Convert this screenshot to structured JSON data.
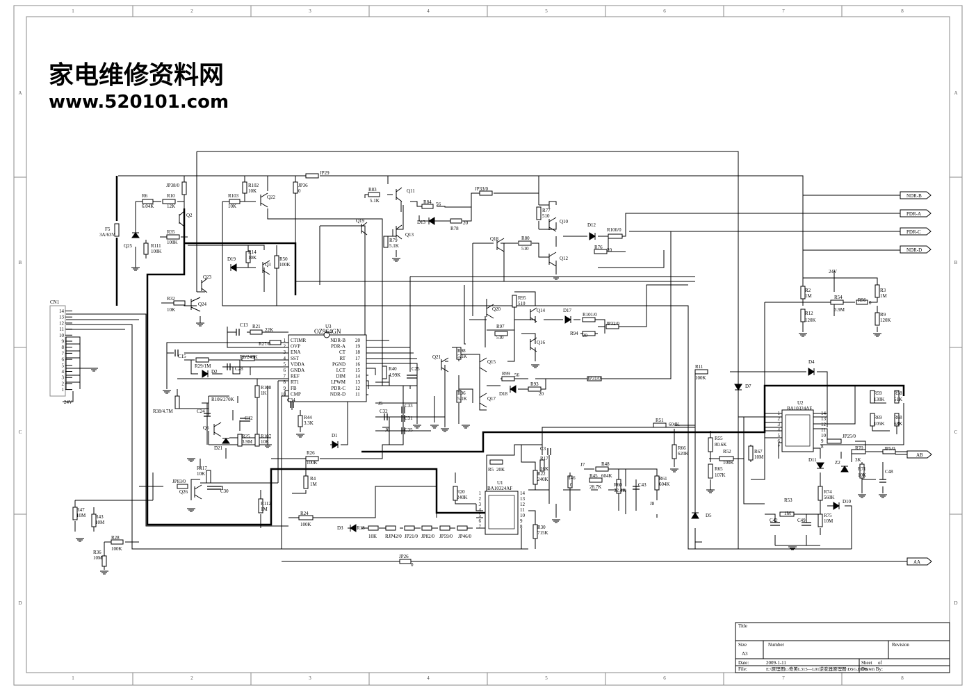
{
  "watermark": {
    "title": "家电维修资料网",
    "url": "www.520101.com"
  },
  "zones": {
    "columns": [
      "1",
      "2",
      "3",
      "4",
      "5",
      "6",
      "7",
      "8"
    ],
    "rows": [
      "A",
      "B",
      "C",
      "D"
    ]
  },
  "connector": {
    "name": "CN1",
    "pins": [
      "14",
      "13",
      "12",
      "11",
      "10",
      "9",
      "8",
      "7",
      "6",
      "5",
      "4",
      "3",
      "2",
      "1"
    ],
    "supply": "24V"
  },
  "ic_u3": {
    "ref": "U3",
    "part": "OZ964GN",
    "left_pins": [
      {
        "num": "1",
        "name": "CTIMR"
      },
      {
        "num": "2",
        "name": "OVP"
      },
      {
        "num": "3",
        "name": "ENA"
      },
      {
        "num": "4",
        "name": "SST"
      },
      {
        "num": "5",
        "name": "VDDA"
      },
      {
        "num": "6",
        "name": "GNDA"
      },
      {
        "num": "7",
        "name": "REF"
      },
      {
        "num": "8",
        "name": "RT1"
      },
      {
        "num": "9",
        "name": "FB"
      },
      {
        "num": "10",
        "name": "CMP"
      }
    ],
    "right_pins": [
      {
        "num": "20",
        "name": "NDR-B"
      },
      {
        "num": "19",
        "name": "PDR-A"
      },
      {
        "num": "18",
        "name": "CT"
      },
      {
        "num": "17",
        "name": "RT"
      },
      {
        "num": "16",
        "name": "PGND"
      },
      {
        "num": "15",
        "name": "LCT"
      },
      {
        "num": "14",
        "name": "DIM"
      },
      {
        "num": "13",
        "name": "LPWM"
      },
      {
        "num": "12",
        "name": "PDR-C"
      },
      {
        "num": "11",
        "name": "NDR-D"
      }
    ]
  },
  "ic_u2": {
    "ref": "U2",
    "part": "BA10324AF",
    "left_pins": [
      "1",
      "2",
      "3",
      "4",
      "5",
      "6",
      "7"
    ],
    "right_pins": [
      "14",
      "13",
      "12",
      "11",
      "10",
      "9",
      "8"
    ]
  },
  "ic_u1": {
    "ref": "U1",
    "part": "BA10324AF",
    "left_pins": [
      "1",
      "2",
      "3",
      "4",
      "5",
      "6",
      "7"
    ],
    "right_pins": [
      "14",
      "13",
      "12",
      "11",
      "10",
      "9",
      "8"
    ]
  },
  "outputs": [
    "NDR-B",
    "PDR-A",
    "PDR-C",
    "NDR-D",
    "AB",
    "AA"
  ],
  "supply_label": "24V",
  "labels": [
    {
      "id": "jp29",
      "text": "JP29"
    },
    {
      "id": "jp38",
      "text": "JP38/0"
    },
    {
      "id": "r6",
      "text": "R6"
    },
    {
      "id": "r6v",
      "text": "6.04K"
    },
    {
      "id": "r10",
      "text": "R10"
    },
    {
      "id": "r10v",
      "text": "12K"
    },
    {
      "id": "q2",
      "text": "Q2"
    },
    {
      "id": "r103",
      "text": "R103"
    },
    {
      "id": "r103v",
      "text": "10K"
    },
    {
      "id": "r102",
      "text": "R102"
    },
    {
      "id": "r102v",
      "text": "10K"
    },
    {
      "id": "q22",
      "text": "Q22"
    },
    {
      "id": "jp36",
      "text": "JP36"
    },
    {
      "id": "jp36v",
      "text": "0"
    },
    {
      "id": "r83",
      "text": "R83"
    },
    {
      "id": "r83v",
      "text": "5.1K"
    },
    {
      "id": "q11",
      "text": "Q11"
    },
    {
      "id": "jp33",
      "text": "JP33/0"
    },
    {
      "id": "r84",
      "text": "R84"
    },
    {
      "id": "r84v",
      "text": "56"
    },
    {
      "id": "d13",
      "text": "D13"
    },
    {
      "id": "r78",
      "text": "R78"
    },
    {
      "id": "r78v",
      "text": "20"
    },
    {
      "id": "q19",
      "text": "Q19"
    },
    {
      "id": "q13",
      "text": "Q13"
    },
    {
      "id": "r79",
      "text": "R79"
    },
    {
      "id": "r79v",
      "text": "5.1K"
    },
    {
      "id": "r77",
      "text": "R77"
    },
    {
      "id": "r77v",
      "text": "510"
    },
    {
      "id": "q10",
      "text": "Q10"
    },
    {
      "id": "d12",
      "text": "D12"
    },
    {
      "id": "r100",
      "text": "R100/0"
    },
    {
      "id": "r76",
      "text": "R76"
    },
    {
      "id": "r76v",
      "text": "20"
    },
    {
      "id": "q18",
      "text": "Q18"
    },
    {
      "id": "r80",
      "text": "R80"
    },
    {
      "id": "r80v",
      "text": "510"
    },
    {
      "id": "q12",
      "text": "Q12"
    },
    {
      "id": "f5",
      "text": "F5"
    },
    {
      "id": "f5v",
      "text": "3A/63V"
    },
    {
      "id": "r35",
      "text": "R35"
    },
    {
      "id": "r35v",
      "text": "100K"
    },
    {
      "id": "q25",
      "text": "Q25"
    },
    {
      "id": "r111",
      "text": "R111"
    },
    {
      "id": "r111v",
      "text": "100K"
    },
    {
      "id": "r14",
      "text": "R14"
    },
    {
      "id": "r14v",
      "text": "10K"
    },
    {
      "id": "r50",
      "text": "R50"
    },
    {
      "id": "r50v",
      "text": "100K"
    },
    {
      "id": "d19",
      "text": "D19"
    },
    {
      "id": "q3",
      "text": "Q3"
    },
    {
      "id": "q23",
      "text": "Q23"
    },
    {
      "id": "r32",
      "text": "R32"
    },
    {
      "id": "r32v",
      "text": "10K"
    },
    {
      "id": "q24",
      "text": "Q24"
    },
    {
      "id": "cn1",
      "text": "CN1"
    },
    {
      "id": "c13",
      "text": "C13"
    },
    {
      "id": "r21",
      "text": "R21"
    },
    {
      "id": "r21v",
      "text": "22K"
    },
    {
      "id": "r27",
      "text": "R27/0"
    },
    {
      "id": "c15",
      "text": "C15"
    },
    {
      "id": "r8",
      "text": "R8/240K"
    },
    {
      "id": "r29",
      "text": "R29/1M"
    },
    {
      "id": "c28",
      "text": "C28"
    },
    {
      "id": "d2",
      "text": "D2"
    },
    {
      "id": "r108",
      "text": "R108"
    },
    {
      "id": "r108v",
      "text": "1K"
    },
    {
      "id": "r106",
      "text": "R106/270K"
    },
    {
      "id": "r38",
      "text": "R38/4.7M"
    },
    {
      "id": "c24",
      "text": "C24"
    },
    {
      "id": "c12",
      "text": "C12"
    },
    {
      "id": "q6",
      "text": "Q6"
    },
    {
      "id": "r25",
      "text": "R25"
    },
    {
      "id": "r25v",
      "text": "3.9M"
    },
    {
      "id": "r107",
      "text": "R107"
    },
    {
      "id": "r107v",
      "text": "10K"
    },
    {
      "id": "d21",
      "text": "D21"
    },
    {
      "id": "c34",
      "text": "C34"
    },
    {
      "id": "r44",
      "text": "R44"
    },
    {
      "id": "r44v",
      "text": "3.3K"
    },
    {
      "id": "r40",
      "text": "R40"
    },
    {
      "id": "r40v",
      "text": "4.99K"
    },
    {
      "id": "c25",
      "text": "C25"
    },
    {
      "id": "j5",
      "text": "J5"
    },
    {
      "id": "c33",
      "text": "C33"
    },
    {
      "id": "c32",
      "text": "C32"
    },
    {
      "id": "c31",
      "text": "C31"
    },
    {
      "id": "j6",
      "text": "J6"
    },
    {
      "id": "c35",
      "text": "C35"
    },
    {
      "id": "q21",
      "text": "Q21"
    },
    {
      "id": "r98",
      "text": "R98"
    },
    {
      "id": "r98v",
      "text": "5.1K"
    },
    {
      "id": "q15",
      "text": "Q15"
    },
    {
      "id": "r96",
      "text": "R96"
    },
    {
      "id": "r96v",
      "text": "5.1K"
    },
    {
      "id": "q17",
      "text": "Q17"
    },
    {
      "id": "q20",
      "text": "Q20"
    },
    {
      "id": "r95",
      "text": "R95"
    },
    {
      "id": "r95v",
      "text": "510"
    },
    {
      "id": "q14",
      "text": "Q14"
    },
    {
      "id": "d17",
      "text": "D17"
    },
    {
      "id": "r101",
      "text": "R101/0"
    },
    {
      "id": "r97",
      "text": "R97"
    },
    {
      "id": "r97v",
      "text": "510"
    },
    {
      "id": "r94",
      "text": "R94"
    },
    {
      "id": "r94v",
      "text": "20"
    },
    {
      "id": "jp32",
      "text": "JP32/0"
    },
    {
      "id": "q16",
      "text": "Q16"
    },
    {
      "id": "r99",
      "text": "R99"
    },
    {
      "id": "r99v",
      "text": "56"
    },
    {
      "id": "d18",
      "text": "D18"
    },
    {
      "id": "r93",
      "text": "R93"
    },
    {
      "id": "r93v",
      "text": "20"
    },
    {
      "id": "jp31",
      "text": "JP31/0"
    },
    {
      "id": "d1",
      "text": "D1"
    },
    {
      "id": "r26",
      "text": "R26"
    },
    {
      "id": "r26v",
      "text": "100K"
    },
    {
      "id": "r117",
      "text": "R117"
    },
    {
      "id": "r117v",
      "text": "10K"
    },
    {
      "id": "jp83",
      "text": "JP83/0"
    },
    {
      "id": "q26",
      "text": "Q26"
    },
    {
      "id": "c30",
      "text": "C30"
    },
    {
      "id": "r4",
      "text": "R4"
    },
    {
      "id": "r4v",
      "text": "1M"
    },
    {
      "id": "r112",
      "text": "R112"
    },
    {
      "id": "r112v",
      "text": "1M"
    },
    {
      "id": "r47",
      "text": "R47"
    },
    {
      "id": "r47v",
      "text": "10M"
    },
    {
      "id": "r43",
      "text": "R43"
    },
    {
      "id": "r43v",
      "text": "10M"
    },
    {
      "id": "r24",
      "text": "R24"
    },
    {
      "id": "r24v",
      "text": "100K"
    },
    {
      "id": "r28",
      "text": "R28"
    },
    {
      "id": "r28v",
      "text": "100K"
    },
    {
      "id": "r36",
      "text": "R36"
    },
    {
      "id": "r36v",
      "text": "10M"
    },
    {
      "id": "d3",
      "text": "D3"
    },
    {
      "id": "r18",
      "text": "R18"
    },
    {
      "id": "r18v",
      "text": "10K"
    },
    {
      "id": "rjp42",
      "text": "RJP42/0"
    },
    {
      "id": "jp21",
      "text": "JP21/0"
    },
    {
      "id": "jp82",
      "text": "JP82/0"
    },
    {
      "id": "jp59",
      "text": "JP59/0"
    },
    {
      "id": "jp46",
      "text": "JP46/0"
    },
    {
      "id": "jp26",
      "text": "JP26"
    },
    {
      "id": "jp26v",
      "text": "0"
    },
    {
      "id": "r5",
      "text": "R5"
    },
    {
      "id": "r5v",
      "text": "20K"
    },
    {
      "id": "c3",
      "text": "C3"
    },
    {
      "id": "r17",
      "text": "R17"
    },
    {
      "id": "r17v",
      "text": "16K"
    },
    {
      "id": "r22",
      "text": "R22"
    },
    {
      "id": "r22v",
      "text": "240K"
    },
    {
      "id": "r20",
      "text": "R20"
    },
    {
      "id": "r20v",
      "text": "240K"
    },
    {
      "id": "r30",
      "text": "R30"
    },
    {
      "id": "r30v",
      "text": "715K"
    },
    {
      "id": "r46",
      "text": "R46"
    },
    {
      "id": "r46v",
      "text": "0"
    },
    {
      "id": "j7",
      "text": "J7"
    },
    {
      "id": "r48",
      "text": "R48"
    },
    {
      "id": "r48v",
      "text": "604K"
    },
    {
      "id": "r45",
      "text": "R45"
    },
    {
      "id": "r45v",
      "text": "28.7K"
    },
    {
      "id": "r60",
      "text": "R60"
    },
    {
      "id": "r60v",
      "text": "32.4K"
    },
    {
      "id": "c43",
      "text": "C43"
    },
    {
      "id": "r61",
      "text": "R61"
    },
    {
      "id": "r61v",
      "text": "604K"
    },
    {
      "id": "j8",
      "text": "J8"
    },
    {
      "id": "r11",
      "text": "R11"
    },
    {
      "id": "r11v",
      "text": "100K"
    },
    {
      "id": "d7",
      "text": "D7"
    },
    {
      "id": "d4",
      "text": "D4"
    },
    {
      "id": "d5",
      "text": "D5"
    },
    {
      "id": "r51",
      "text": "R51"
    },
    {
      "id": "r51v",
      "text": "604K"
    },
    {
      "id": "r66",
      "text": "R66"
    },
    {
      "id": "r66v",
      "text": "620K"
    },
    {
      "id": "r2",
      "text": "R2"
    },
    {
      "id": "r2v",
      "text": "1M"
    },
    {
      "id": "r12",
      "text": "R12"
    },
    {
      "id": "r12v",
      "text": "120K"
    },
    {
      "id": "r54",
      "text": "R54"
    },
    {
      "id": "r54v",
      "text": "3.9M"
    },
    {
      "id": "r56",
      "text": "R56"
    },
    {
      "id": "r56v",
      "text": "0"
    },
    {
      "id": "r3",
      "text": "R3"
    },
    {
      "id": "r3v",
      "text": "1M"
    },
    {
      "id": "r9",
      "text": "R9"
    },
    {
      "id": "r9v",
      "text": "120K"
    },
    {
      "id": "r59",
      "text": "R59"
    },
    {
      "id": "r59v",
      "text": "130K"
    },
    {
      "id": "r58",
      "text": "R58"
    },
    {
      "id": "r58v",
      "text": "51K"
    },
    {
      "id": "r69",
      "text": "R69"
    },
    {
      "id": "r69v",
      "text": "105K"
    },
    {
      "id": "r68",
      "text": "R68"
    },
    {
      "id": "r68v",
      "text": "68K"
    },
    {
      "id": "r55",
      "text": "R55"
    },
    {
      "id": "r55v",
      "text": "80.6K"
    },
    {
      "id": "r52",
      "text": "R52"
    },
    {
      "id": "r52v",
      "text": "100K"
    },
    {
      "id": "r65",
      "text": "R65"
    },
    {
      "id": "r65v",
      "text": "107K"
    },
    {
      "id": "r67",
      "text": "R67"
    },
    {
      "id": "r67v",
      "text": "10M"
    },
    {
      "id": "jp25",
      "text": "JP25/0"
    },
    {
      "id": "r70",
      "text": "R70"
    },
    {
      "id": "r70v",
      "text": "3K"
    },
    {
      "id": "z2",
      "text": "Z2"
    },
    {
      "id": "r71",
      "text": "R71"
    },
    {
      "id": "r71v",
      "text": "10K"
    },
    {
      "id": "c48",
      "text": "C48"
    },
    {
      "id": "jp5",
      "text": "JP5/0"
    },
    {
      "id": "d11",
      "text": "D11"
    },
    {
      "id": "r74",
      "text": "R74"
    },
    {
      "id": "r74v",
      "text": "560K"
    },
    {
      "id": "d10",
      "text": "D10"
    },
    {
      "id": "r53",
      "text": "R53"
    },
    {
      "id": "r53v",
      "text": "1M"
    },
    {
      "id": "c42",
      "text": "C42"
    },
    {
      "id": "c49",
      "text": "C49"
    },
    {
      "id": "r75",
      "text": "R75"
    },
    {
      "id": "r75v",
      "text": "10M"
    }
  ],
  "title_block": {
    "title_label": "Title",
    "size_label": "Size",
    "size_value": "A3",
    "number_label": "Number",
    "revision_label": "Revision",
    "date_label": "Date:",
    "date_value": "2009-1-11",
    "file_label": "File:",
    "file_value": "E:\\原理图L\\奇美L315—L01逆变器原理图\\DSG.DDB",
    "sheet_label": "Sheet",
    "of_label": "of",
    "drawn_label": "Drawn By:"
  }
}
